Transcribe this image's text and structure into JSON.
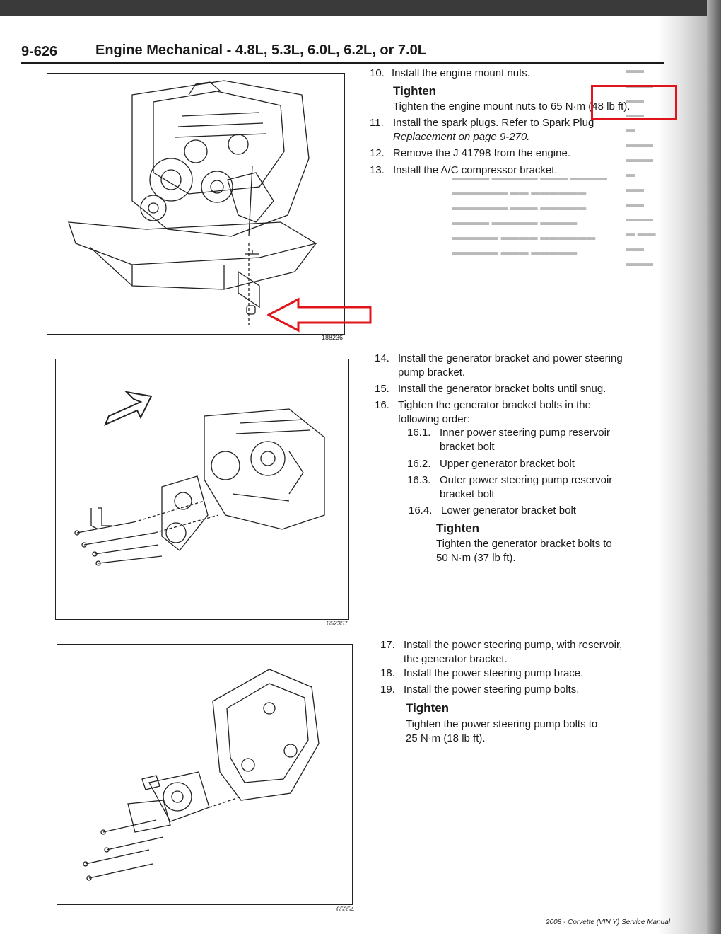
{
  "header": {
    "page_number": "9-626",
    "title": "Engine Mechanical - 4.8L, 5.3L, 6.0L, 6.2L, or 7.0L"
  },
  "figures": [
    {
      "id": "188236"
    },
    {
      "id": "652357"
    },
    {
      "id": "65354"
    }
  ],
  "steps_a": [
    {
      "num": "10.",
      "lines": [
        "Install the engine mount nuts."
      ]
    },
    {
      "num": "11.",
      "lines": [
        "Install the spark plugs. Refer to Spark Plug",
        "Replacement on page 9-270."
      ]
    },
    {
      "num": "12.",
      "lines": [
        "Remove the J 41798 from the engine."
      ]
    },
    {
      "num": "13.",
      "lines": [
        "Install the A/C compressor bracket."
      ]
    }
  ],
  "tighten_a": {
    "heading": "Tighten",
    "text": "Tighten the engine mount nuts to 65 N·m (48 lb ft)."
  },
  "steps_b": [
    {
      "num": "14.",
      "lines": [
        "Install the generator bracket and power steering",
        "pump bracket."
      ]
    },
    {
      "num": "15.",
      "lines": [
        "Install the generator bracket bolts until snug."
      ]
    },
    {
      "num": "16.",
      "lines": [
        "Tighten the generator bracket bolts in the",
        "following order:"
      ]
    }
  ],
  "substeps_b": [
    {
      "num": "16.1.",
      "lines": [
        "Inner power steering pump reservoir",
        "bracket bolt"
      ]
    },
    {
      "num": "16.2.",
      "lines": [
        "Upper generator bracket bolt"
      ]
    },
    {
      "num": "16.3.",
      "lines": [
        "Outer power steering pump reservoir",
        "bracket bolt"
      ]
    },
    {
      "num": "16.4.",
      "lines": [
        "Lower generator bracket bolt"
      ]
    }
  ],
  "tighten_b": {
    "heading": "Tighten",
    "line1": "Tighten the generator bracket bolts to",
    "line2": "50 N·m (37 lb ft)."
  },
  "steps_c": [
    {
      "num": "17.",
      "lines": [
        "Install the power steering pump, with reservoir,",
        "the generator bracket."
      ]
    },
    {
      "num": "18.",
      "lines": [
        "Install the power steering pump brace."
      ]
    },
    {
      "num": "19.",
      "lines": [
        "Install the power steering pump bolts."
      ]
    }
  ],
  "tighten_c": {
    "heading": "Tighten",
    "line1": "Tighten the power steering pump bolts to",
    "line2": "25 N·m (18 lb ft)."
  },
  "footer": "2008 - Corvette (VIN Y) Service Manual",
  "annotation_color": "#e0141b"
}
